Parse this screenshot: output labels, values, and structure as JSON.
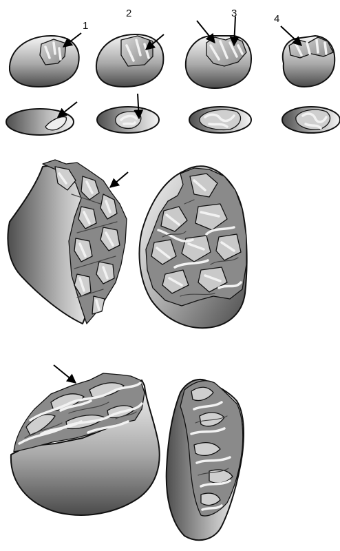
{
  "stage_labels": [
    "1",
    "2",
    "3",
    "4"
  ],
  "colors": {
    "stone_light": "#f4f4f4",
    "stone_dark": "#5a5a5a",
    "scar_light": "#cfcfcf",
    "scar_dark": "#6e6e6e",
    "outline": "#111111"
  },
  "icons": [
    "arrow-icon"
  ]
}
